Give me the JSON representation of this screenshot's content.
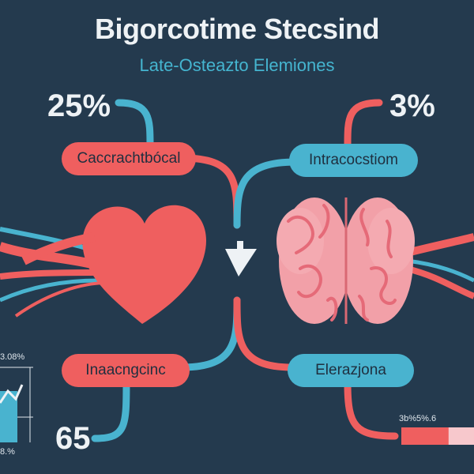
{
  "header": {
    "title": "Bigorcotime Stecsind",
    "subtitle": "Late-Osteazto Elemiones"
  },
  "stats": {
    "top_left": "25%",
    "top_right": "3%",
    "bottom_left": "65",
    "left_small_top": "3.08%",
    "left_small_bottom": "8.%",
    "right_small": "3b%5%.6"
  },
  "labels": {
    "top_left": "Caccrachtbócal",
    "top_right": "Intracocstiom",
    "bottom_left": "Inaacngcinc",
    "bottom_right": "Elerazjona"
  },
  "icons": {
    "left": "heart-icon",
    "center": "arrow-down-icon",
    "right": "brain-icon"
  },
  "colors": {
    "background": "#243a4e",
    "coral": "#ef5f5f",
    "teal": "#49b3cf",
    "brain_pink": "#f2a0a8",
    "text": "#eef2f5"
  },
  "mini_bar": {
    "fill_fraction": 0.65
  }
}
